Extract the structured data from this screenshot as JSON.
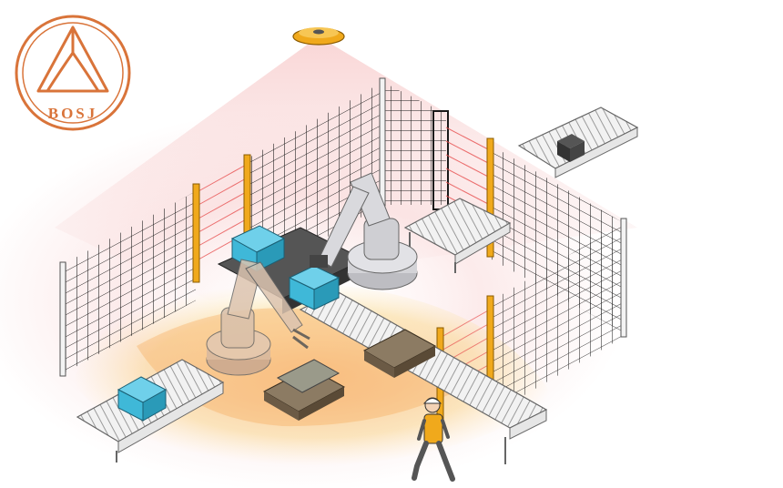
{
  "logo": {
    "text": "BOSJ",
    "color": "#d9743a"
  },
  "colors": {
    "safety_zone": "#f7b84a",
    "warning_zone": "#f07c7c",
    "light_beam": "#e85050",
    "fence_post": "#f0a91c",
    "fence_mesh": "#1a1a1a",
    "box_blue": "#3fb8d8",
    "robot_gray": "#cfcfd3",
    "worker_vest": "#f0a91c"
  },
  "elements": {
    "scanner": "area-scanner-icon",
    "robot_left": "robot-arm-left",
    "robot_right": "robot-arm-right",
    "worker": "worker-figure"
  }
}
